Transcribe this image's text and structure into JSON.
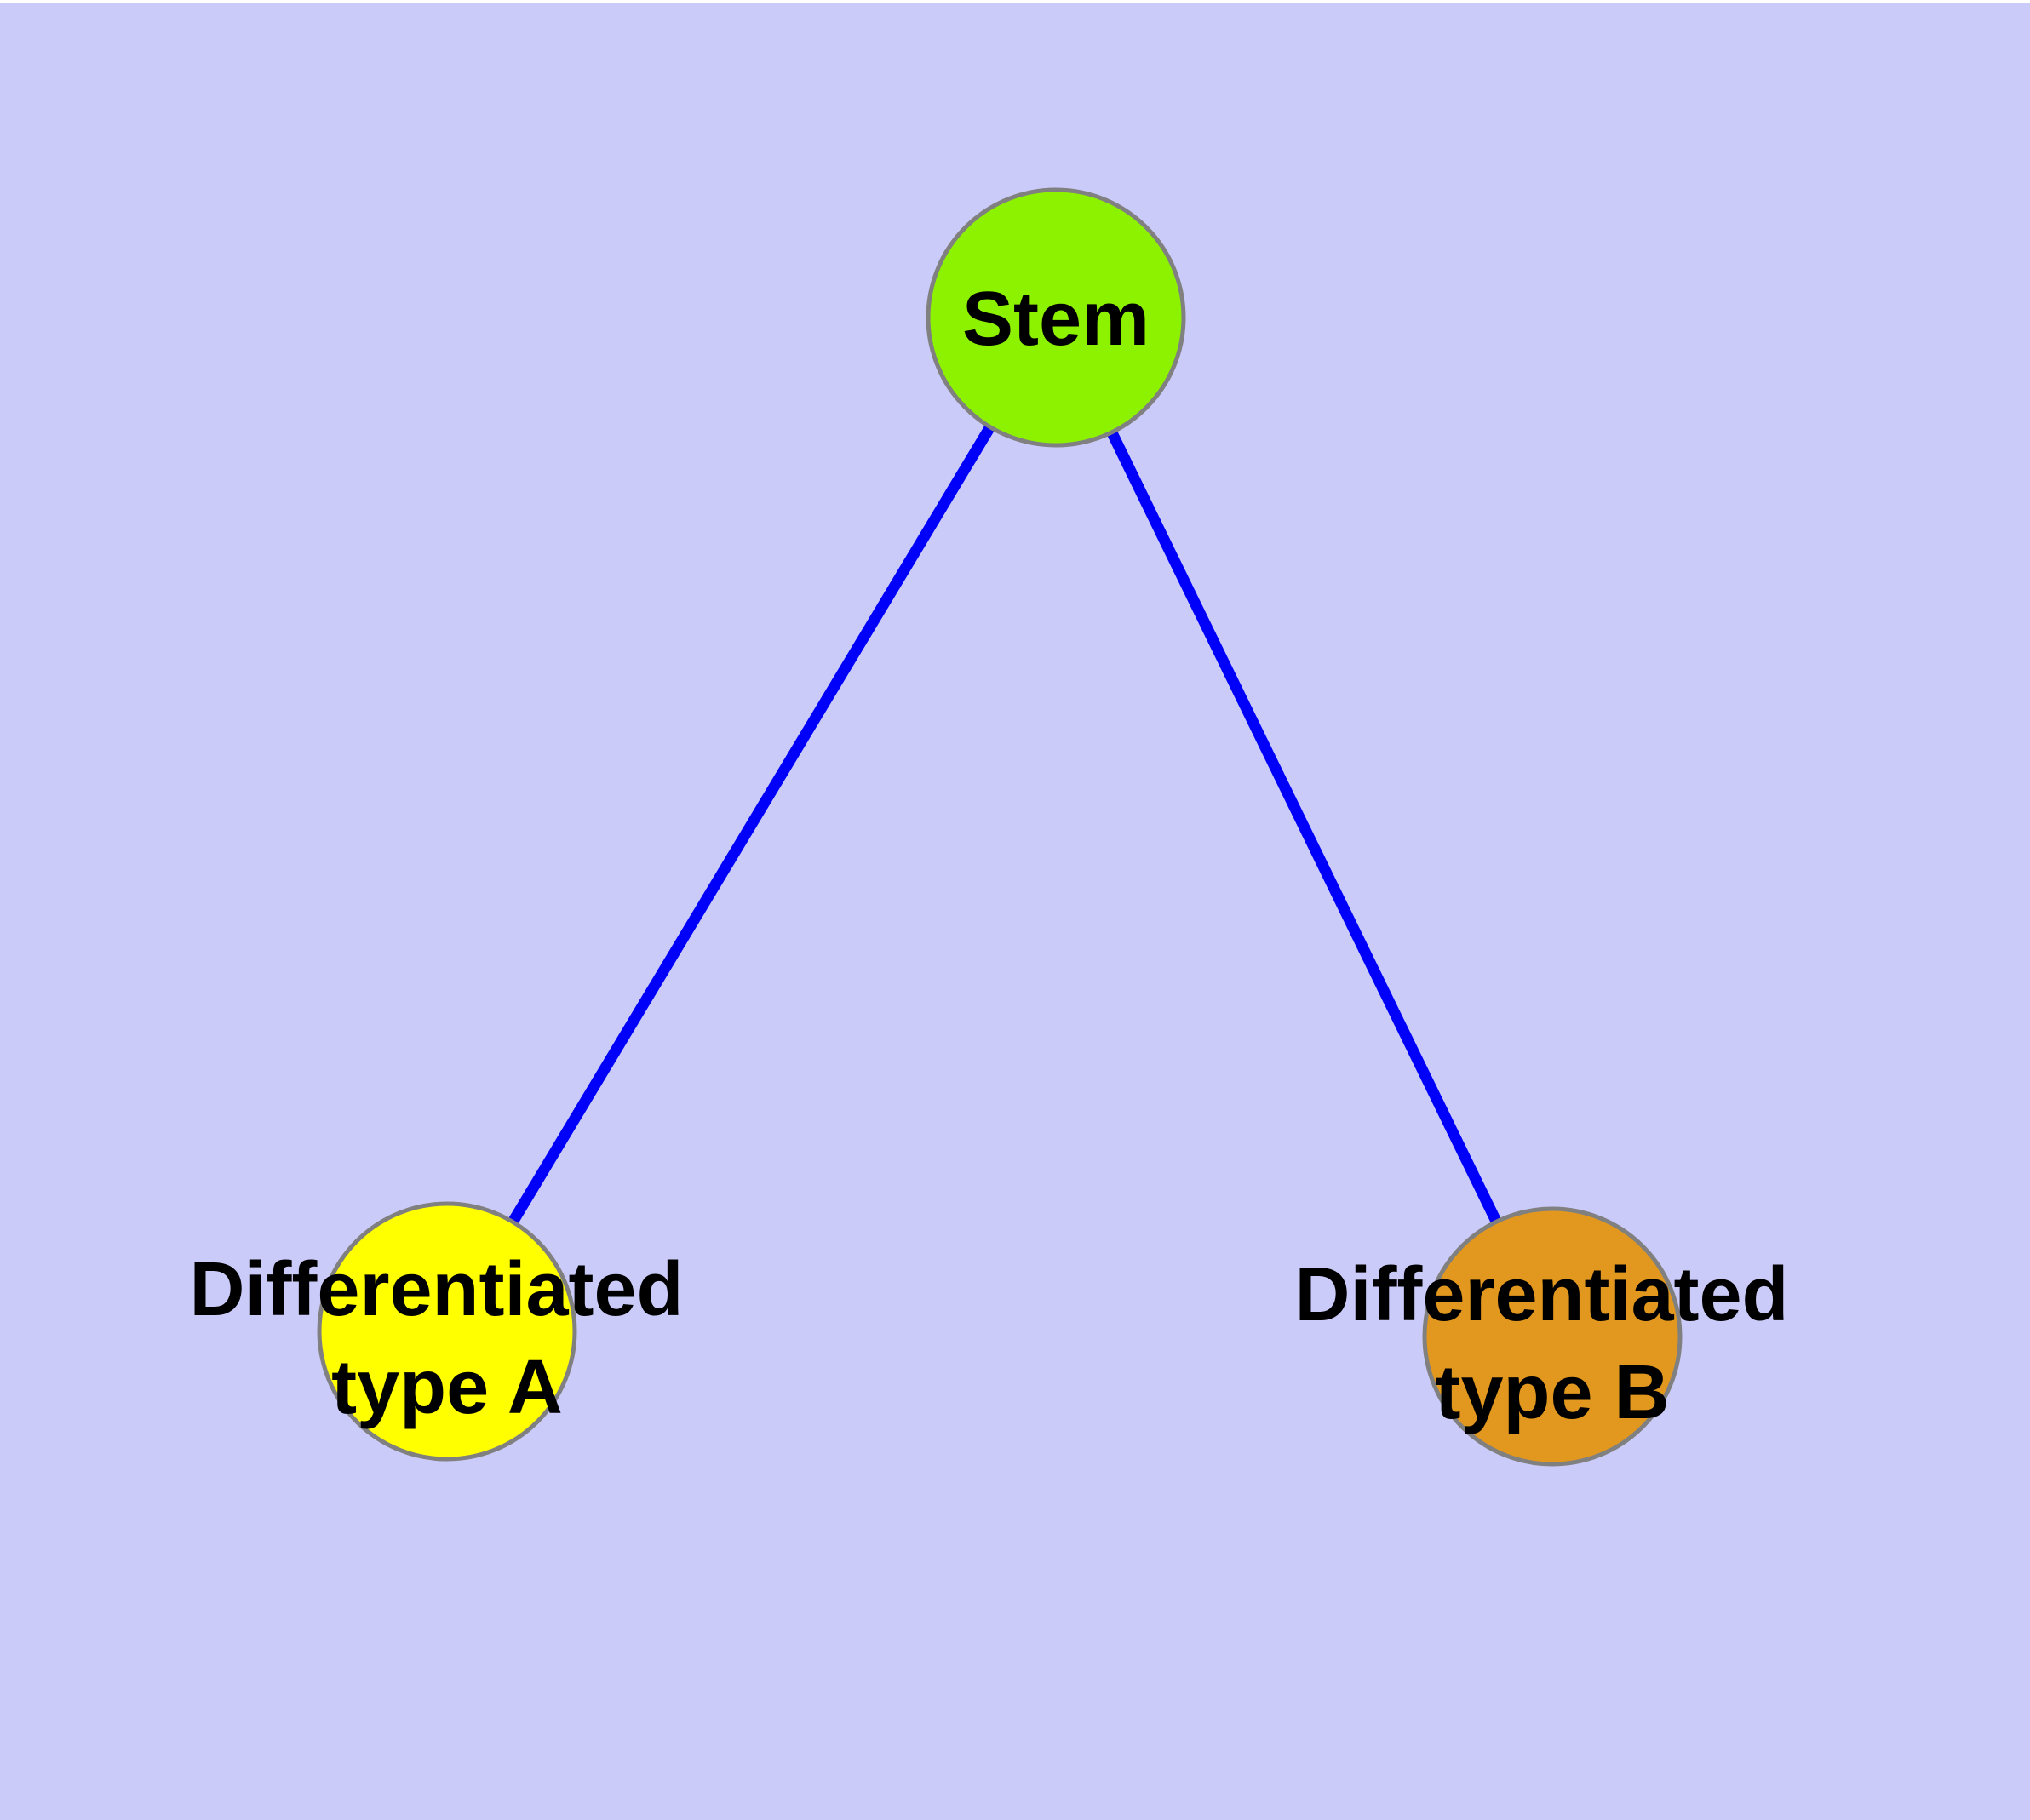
{
  "diagram": {
    "background_color": "#CBCBFA",
    "top_border_color": "#FFFFFF",
    "edge_color": "#0000FA",
    "node_border_color": "#808080",
    "label_color": "#000000",
    "nodes": [
      {
        "id": "stem",
        "label": "Stem",
        "color": "#8DF200"
      },
      {
        "id": "differentiated-type-a",
        "label": "Differentiated type A",
        "label_line1": "Differentiated",
        "label_line2": "type A",
        "color": "#FFFF00"
      },
      {
        "id": "differentiated-type-b",
        "label": "Differentiated type B",
        "label_line1": "Differentiated",
        "label_line2": "type B",
        "color": "#E2981E"
      }
    ],
    "edges": [
      {
        "from": "Stem",
        "to": "Differentiated type A"
      },
      {
        "from": "Stem",
        "to": "Differentiated type B"
      }
    ]
  }
}
